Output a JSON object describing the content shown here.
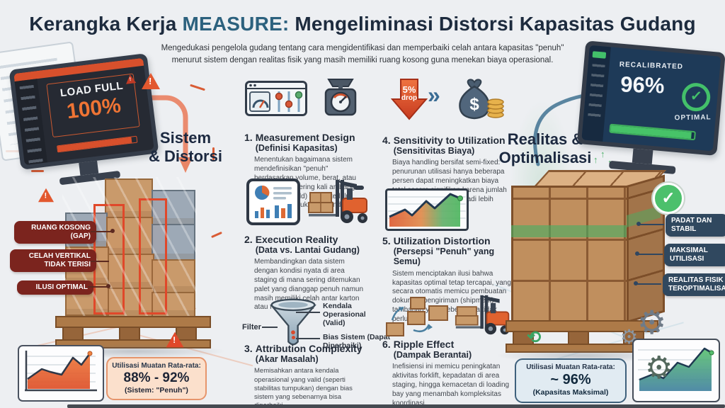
{
  "header": {
    "title_prefix": "Kerangka Kerja ",
    "title_highlight": "MEASURE:",
    "title_suffix": " Mengeliminasi Distorsi Kapasitas Gudang",
    "subtitle_line1": "Mengedukasi pengelola gudang tentang cara mengidentifikasi dan memperbaiki celah antara kapasitas \"penuh\"",
    "subtitle_line2": "menurut sistem dengan realitas fisik yang masih memiliki ruang kosong guna menekan biaya operasional."
  },
  "left": {
    "monitor": {
      "status": "LOAD FULL",
      "value": "100%"
    },
    "label": {
      "line1": "Sistem",
      "line2": "& Distorsi"
    },
    "tags": [
      "RUANG KOSONG (GAP)",
      "CELAH VERTIKAL TIDAK TERISI",
      "ILUSI OPTIMAL"
    ],
    "callout": {
      "title": "Utilisasi Muatan Rata-rata:",
      "value": "88% - 92%",
      "note": "(Sistem: \"Penuh\")"
    }
  },
  "right": {
    "monitor": {
      "status": "RECALIBRATED",
      "value": "96%",
      "badge": "OPTIMAL",
      "check": "✓"
    },
    "label": {
      "line1": "Realitas &",
      "line2": "Optimalisasi"
    },
    "tags": [
      "PADAT DAN STABIL",
      "MAKSIMAL UTILISASI",
      "REALITAS FISIK TEROPTIMALISASI"
    ],
    "callout": {
      "title": "Utilisasi Muatan Rata-rata:",
      "value": "~ 96%",
      "note": "(Kapasitas Maksimal)"
    },
    "check_mark": "✓"
  },
  "steps": [
    {
      "num": "1.",
      "title": "Measurement Design",
      "subtitle": "(Definisi Kapasitas)",
      "body": "Menentukan bagaimana sistem mendefinisikan \"penuh\" berdasarkan volume, berat, atau jumlah SKU, sering kali ambang batas (threshold) dibuat terlalu konservatif untuk menghindari risiko."
    },
    {
      "num": "2.",
      "title": "Execution Reality",
      "subtitle": "(Data vs. Lantai Gudang)",
      "body": "Membandingkan data sistem dengan kondisi nyata di area staging di mana sering ditemukan palet yang dianggap penuh namun masih memiliki celah antar karton atau ruang vertikal."
    },
    {
      "num": "3.",
      "title": "Attribution Complexity",
      "subtitle": "(Akar Masalah)",
      "body": "Memisahkan antara kendala operasional yang valid (seperti stabilitas tumpukan) dengan bias sistem yang sebenarnya bisa diperbaiki."
    },
    {
      "num": "4.",
      "title": "Sensitivity to Utilization",
      "subtitle": "(Sensitivitas Biaya)",
      "body": "Biaya handling bersifat semi-fixed: penurunan utilisasi hanya beberapa persen dapat meningkatkan biaya total secara signifikan karena jumlah unit yang diproses menjadi lebih banyak."
    },
    {
      "num": "5.",
      "title": "Utilization Distortion",
      "subtitle": "(Persepsi \"Penuh\" yang Semu)",
      "body": "Sistem menciptakan ilusi bahwa kapasitas optimal tetap tercapai, yang secara otomatis memicu pembuatan dokumen pengiriman (shipment) tambahan yang sebenarnya tidak perlu."
    },
    {
      "num": "6.",
      "title": "Ripple Effect",
      "subtitle": "(Dampak Berantai)",
      "body": "Inefisiensi ini memicu peningkatan aktivitas forklift, kepadatan di area staging, hingga kemacetan di loading bay yang menambah kompleksitas koordinasi."
    }
  ],
  "step3_funnel": {
    "filter": "Filter",
    "valid": "Kendala Operasional (Valid)",
    "bias": "Bias Sistem (Dapat Diperbaiki)"
  },
  "step4_badge": {
    "line1": "5%",
    "line2": "drop"
  },
  "colors": {
    "accent_red": "#d8502c",
    "accent_green": "#43c06a",
    "navy": "#1d2b3e",
    "maroon": "#7b241e",
    "slate": "#30485f"
  }
}
